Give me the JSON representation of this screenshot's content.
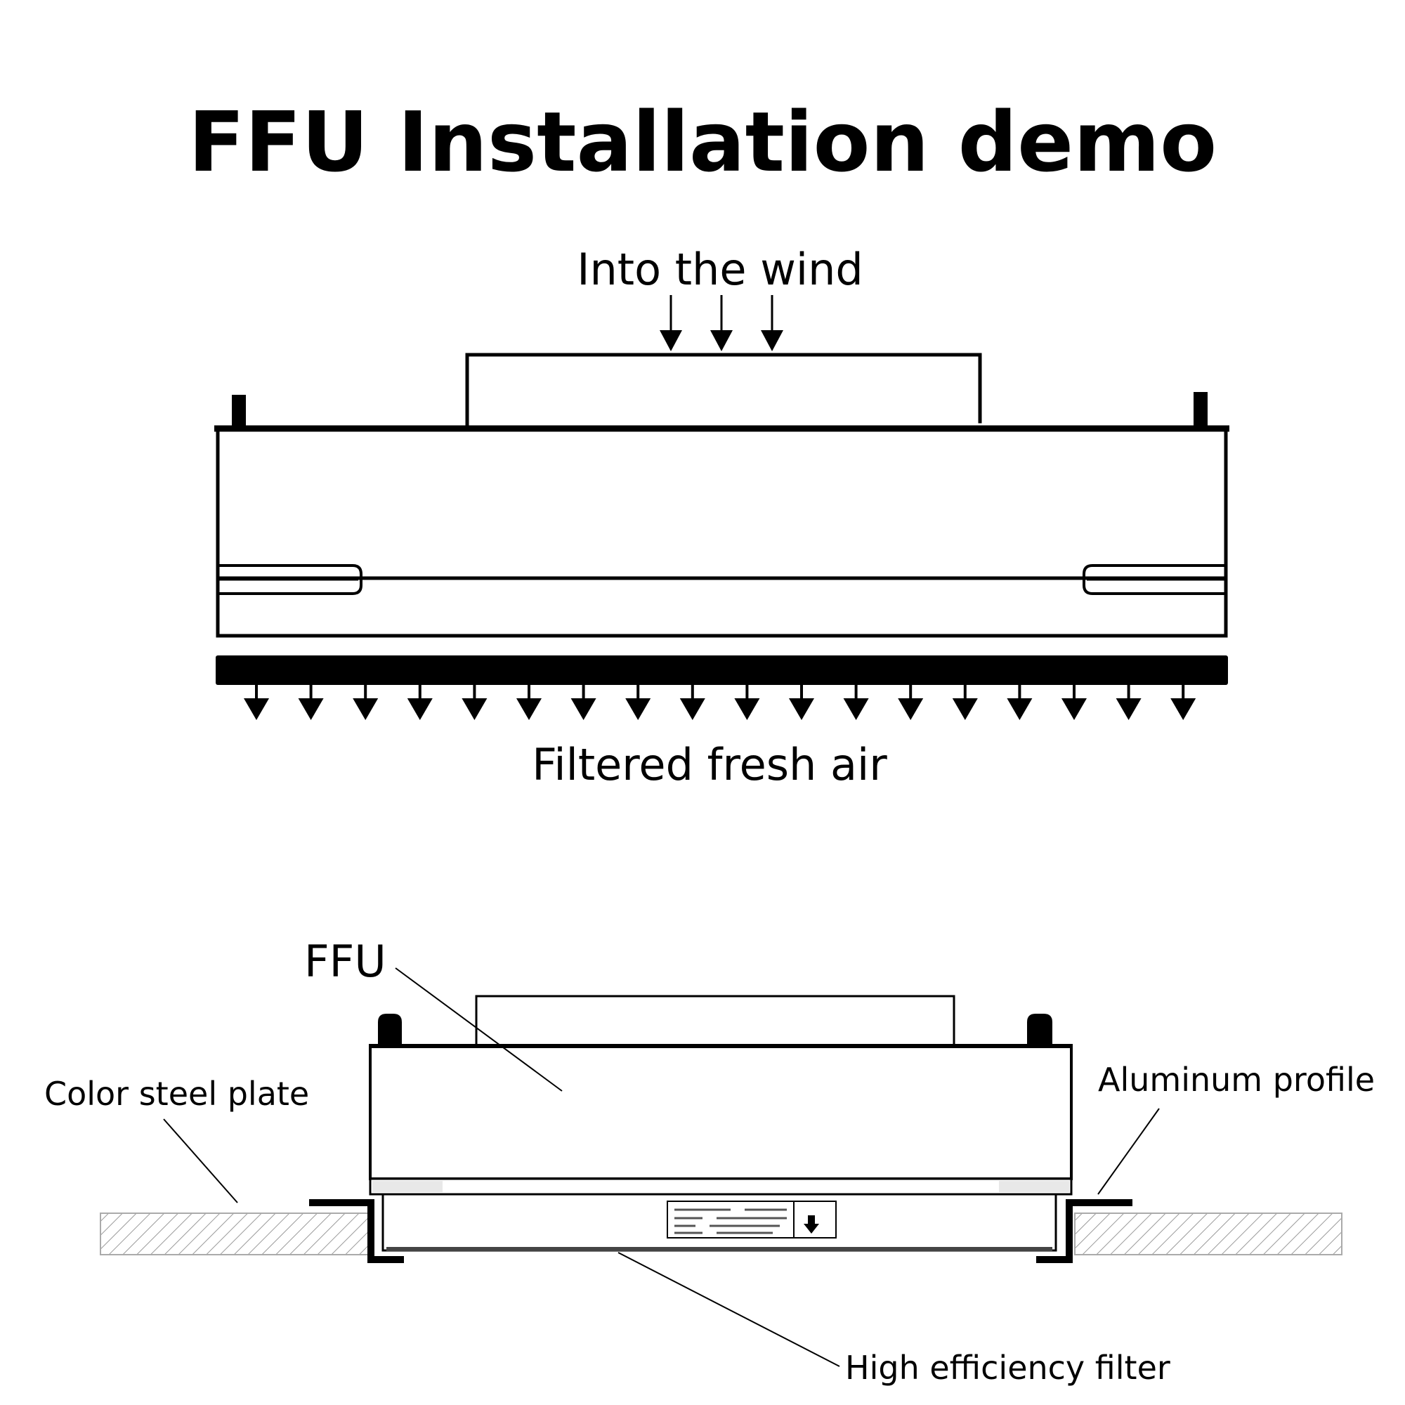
{
  "title": "FFU Installation demo",
  "top_view": {
    "inlet_label": "Into the wind",
    "outlet_label": "Filtered fresh air"
  },
  "bottom_view": {
    "ffu_label": "FFU",
    "color_steel_plate_label": "Color steel plate",
    "aluminum_profile_label": "Aluminum profile",
    "filter_label": "High efficiency filter"
  },
  "icons": {
    "inlet_arrow": "arrow-down-icon",
    "outlet_arrow": "arrow-down-solid-icon",
    "label_direction": "arrow-down-icon"
  }
}
